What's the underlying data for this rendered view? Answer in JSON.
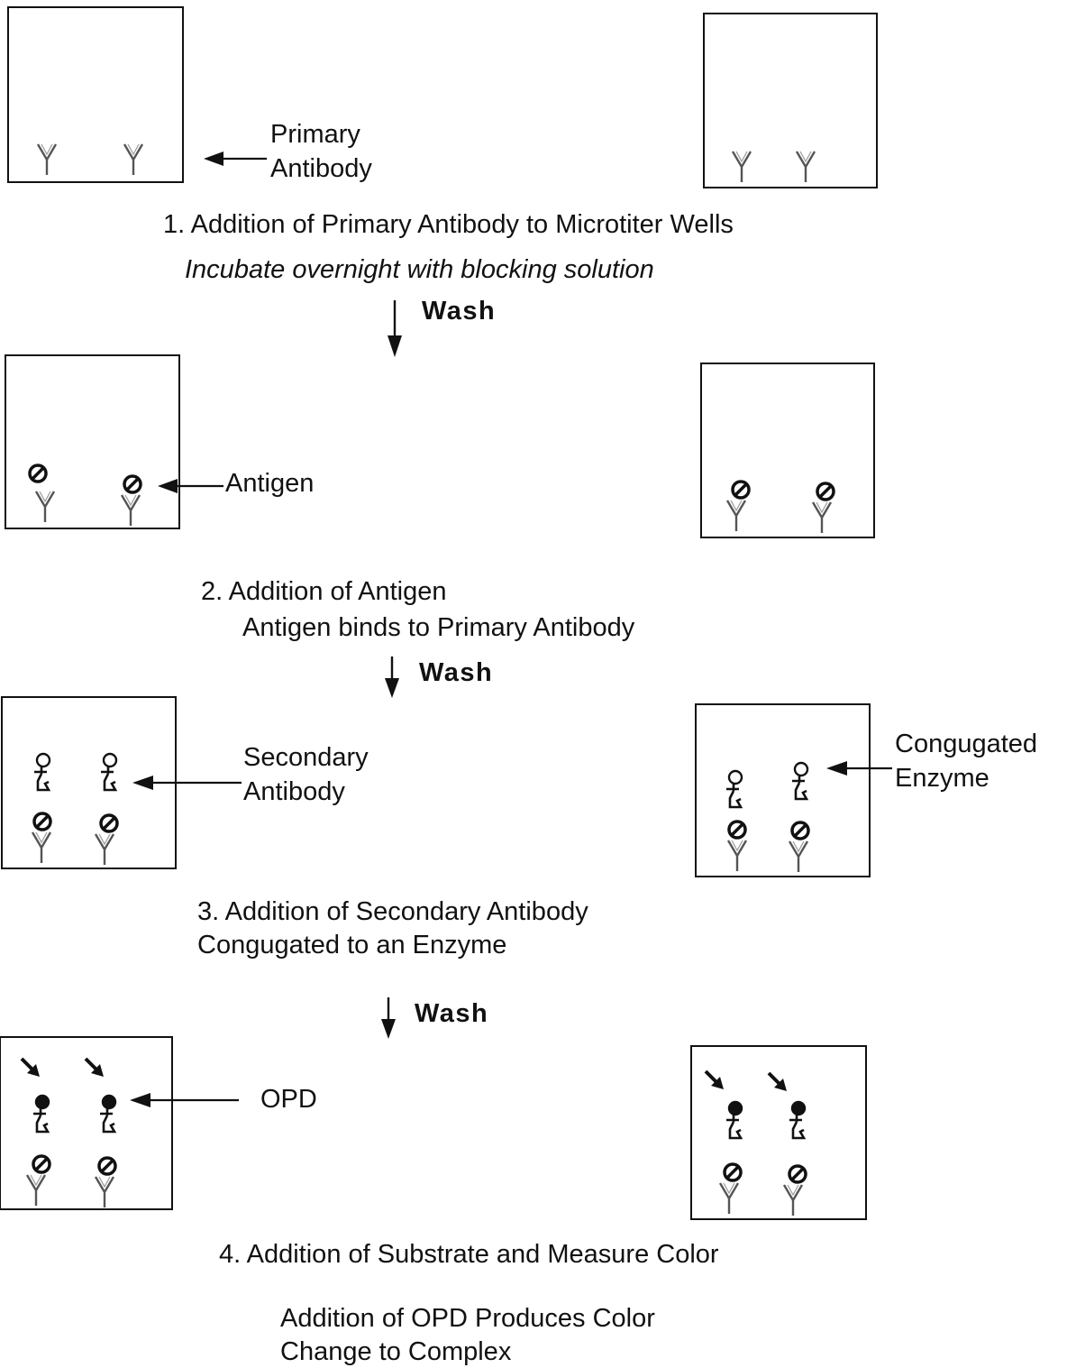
{
  "step1": {
    "label_primary": "Primary",
    "label_antibody": "Antibody",
    "caption": "1. Addition of Primary Antibody to Microtiter Wells",
    "note": "Incubate overnight with blocking solution",
    "wash": "Wash"
  },
  "step2": {
    "label_antigen": "Antigen",
    "caption": "2. Addition of Antigen",
    "note": "Antigen  binds to Primary Antibody",
    "wash": "Wash"
  },
  "step3": {
    "label_secondary_1": "Secondary",
    "label_secondary_2": "Antibody",
    "label_enzyme_1": "Congugated",
    "label_enzyme_2": "Enzyme",
    "caption_1": "3. Addition of Secondary Antibody",
    "caption_2": "Congugated to an Enzyme",
    "wash": "Wash"
  },
  "step4": {
    "label_opd": "OPD",
    "caption": "4.  Addition of Substrate and Measure Color",
    "note_1": "Addition of OPD Produces Color",
    "note_2": "Change to Complex"
  }
}
